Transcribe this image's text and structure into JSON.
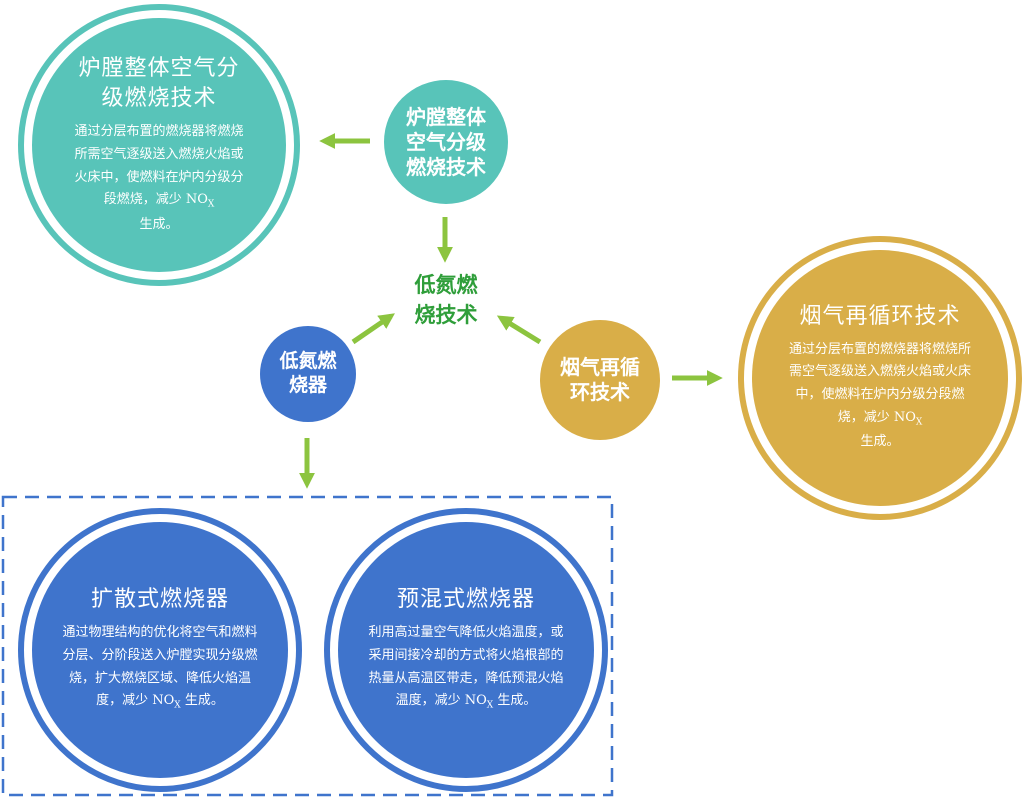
{
  "center": {
    "title_line1": "低氮燃",
    "title_line2": "烧技术"
  },
  "hub_nodes": [
    {
      "key": "furnace",
      "line1": "炉膛整体",
      "line2": "空气分级",
      "line3": "燃烧技术"
    },
    {
      "key": "burner",
      "line1": "低氮燃",
      "line2": "烧器"
    },
    {
      "key": "flue",
      "line1": "烟气再循",
      "line2": "环技术"
    }
  ],
  "detail_nodes": {
    "furnace": {
      "title_line1": "炉膛整体空气分",
      "title_line2": "级燃烧技术",
      "desc_part1": "通过分层布置的燃烧器将燃烧所需空气逐级送入燃烧火焰或火床中，使燃料在炉内分级分段燃烧，减少 NO",
      "desc_sub": "X",
      "desc_part2": "生成。"
    },
    "flue": {
      "title": "烟气再循环技术",
      "desc_part1": "通过分层布置的燃烧器将燃烧所需空气逐级送入燃烧火焰或火床中，使燃料在炉内分级分段燃烧，减少 NO",
      "desc_sub": "X",
      "desc_part2": "生成。"
    },
    "diffusion": {
      "title": "扩散式燃烧器",
      "desc_part1": "通过物理结构的优化将空气和燃料分层、分阶段送入炉膛实现分级燃烧，扩大燃烧区域、降低火焰温度，减少 NO",
      "desc_sub": "X",
      "desc_part2": "生成。"
    },
    "premix": {
      "title": "预混式燃烧器",
      "desc_part1": "利用高过量空气降低火焰温度，或采用间接冷却的方式将火焰根部的热量从高温区带走，降低预混火焰温度，减少 NO",
      "desc_sub": "X",
      "desc_part2": "生成。"
    }
  },
  "colors": {
    "teal": "#58c4b9",
    "gold": "#d9ae48",
    "blue": "#3f74cc",
    "arrow_green": "#8cc43f",
    "center_text": "#2f9e3a",
    "dash_border": "#3f74cc"
  }
}
